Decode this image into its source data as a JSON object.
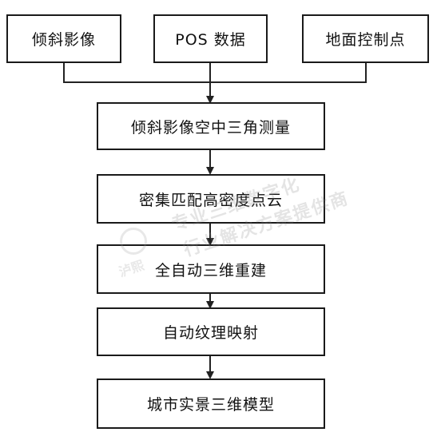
{
  "inputs": [
    {
      "label": "倾斜影像"
    },
    {
      "label": "POS 数据"
    },
    {
      "label": "地面控制点"
    }
  ],
  "steps": [
    {
      "label": "倾斜影像空中三角测量"
    },
    {
      "label": "密集匹配高密度点云"
    },
    {
      "label": "全自动三维重建"
    },
    {
      "label": "自动纹理映射"
    },
    {
      "label": "城市实景三维模型"
    }
  ],
  "watermark": {
    "line1": "专业三维数字化",
    "line2": "行业解决方案提供商",
    "logo_text": "泸熙"
  },
  "colors": {
    "border": "#1a1a1a",
    "line": "#222222",
    "watermark": "#8a8a8a"
  }
}
